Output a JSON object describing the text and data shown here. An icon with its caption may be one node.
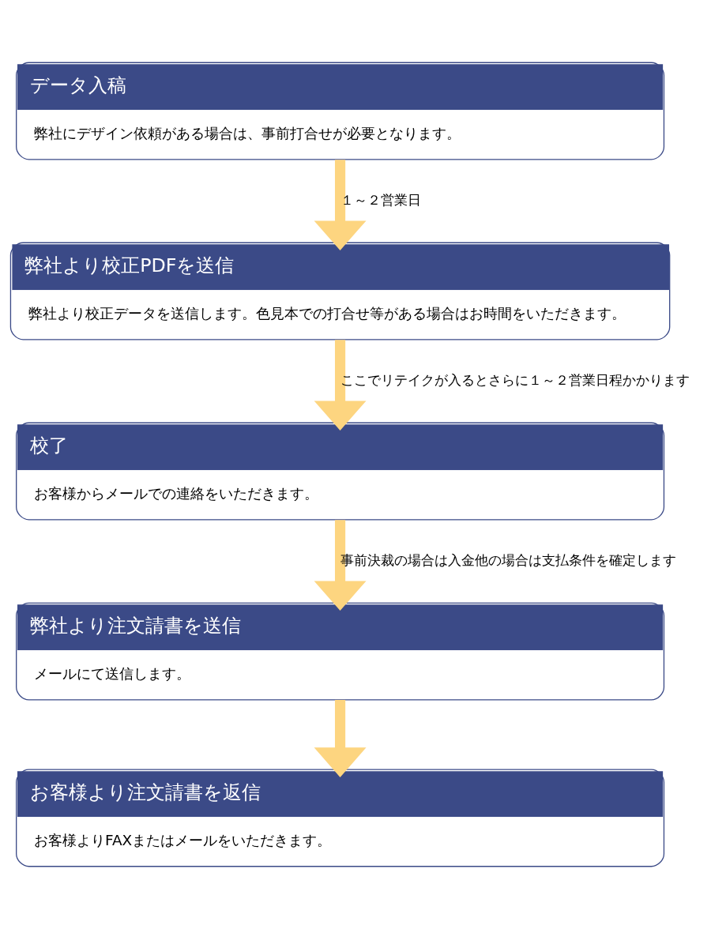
{
  "diagram": {
    "nodes": [
      {
        "text": [
          "データ入稿",
          "弊社にデザイン依頼がある場合は、事前打合せが必要となります。"
        ]
      },
      {
        "text": [
          "弊社より校正PDFを送信",
          "弊社より校正データを送信します。色見本での打合せ等がある場合はお時間をいただきます。"
        ]
      },
      {
        "text": [
          "校了",
          "お客様からメールでの連絡をいただきます。"
        ]
      },
      {
        "text": [
          "弊社より注文請書を送信",
          "メールにて送信します。"
        ]
      },
      {
        "text": [
          "お客様より注文請書を返信",
          "お客様よりFAXまたはメールをいただきます。"
        ]
      }
    ],
    "edges": [
      {
        "from": 0,
        "to": 1,
        "arrow": "to",
        "label": "１～２営業日"
      },
      {
        "from": 1,
        "to": 2,
        "arrow": "to",
        "label": "ここでリテイクが入るとさらに１～２営業日程かかります"
      },
      {
        "from": 2,
        "to": 3,
        "arrow": "to",
        "label": "事前決裁の場合は入金他の場合は支払条件を確定します"
      },
      {
        "from": 3,
        "to": 4,
        "arrow": "to"
      }
    ]
  }
}
